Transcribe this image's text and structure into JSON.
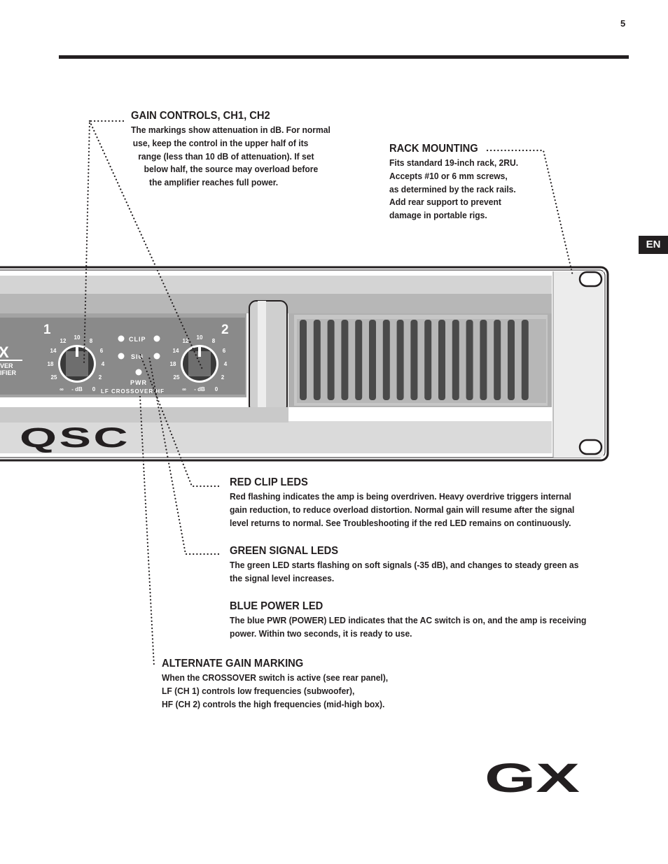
{
  "page_number": "5",
  "lang_tab": "EN",
  "callouts": {
    "gain": {
      "title": "GAIN CONTROLS, CH1, CH2",
      "lines": [
        "The markings show attenuation in dB. For normal",
        "use, keep the control in the upper half of its",
        "range (less than 10 dB of attenuation). If set",
        "below half, the source may overload before",
        "the amplifier reaches full power."
      ]
    },
    "rack": {
      "title": "RACK MOUNTING",
      "lines": [
        "Fits standard 19-inch rack, 2RU.",
        "Accepts #10 or 6 mm screws,",
        "as determined by the rack rails.",
        "Add rear support to prevent",
        "damage in portable rigs."
      ]
    },
    "clip": {
      "title": "RED CLIP LEDS",
      "lines": [
        "Red flashing indicates the amp is being overdriven. Heavy overdrive triggers internal",
        "gain reduction, to reduce overload distortion. Normal gain will resume after the signal",
        "level returns to normal. See Troubleshooting if the red LED remains on continuously."
      ]
    },
    "signal": {
      "title": "GREEN SIGNAL LEDS",
      "lines": [
        "The green LED starts flashing on soft signals (-35 dB), and changes to steady green as",
        "the signal level increases."
      ]
    },
    "power": {
      "title": "BLUE POWER LED",
      "lines": [
        "The blue PWR (POWER) LED indicates that the AC switch is on, and the amp is receiving",
        "power. Within two seconds, it is ready to use."
      ]
    },
    "alt": {
      "title": "ALTERNATE GAIN MARKING",
      "lines": [
        "When the CROSSOVER switch is active (see rear panel),",
        "LF (CH 1) controls low frequencies (subwoofer),",
        "HF (CH 2) controls the high frequencies (mid-high box)."
      ]
    }
  },
  "panel": {
    "model_fragment": "X",
    "model_sub_1": "VER",
    "model_sub_2": "IFIER",
    "ch1_label": "1",
    "ch2_label": "2",
    "knob_marks": [
      "12",
      "10",
      "8",
      "14",
      "6",
      "18",
      "4",
      "25",
      "2",
      "∞",
      "- dB",
      "0"
    ],
    "led_clip": "CLIP",
    "led_sig": "SIG",
    "led_pwr": "PWR",
    "crossover_label": "LF CROSSOVER HF",
    "brand": "QSC"
  },
  "logo": "GX",
  "icons": {
    "led": "led-indicator-icon",
    "knob": "gain-knob-icon",
    "mount_hole": "rack-mount-hole-icon"
  }
}
